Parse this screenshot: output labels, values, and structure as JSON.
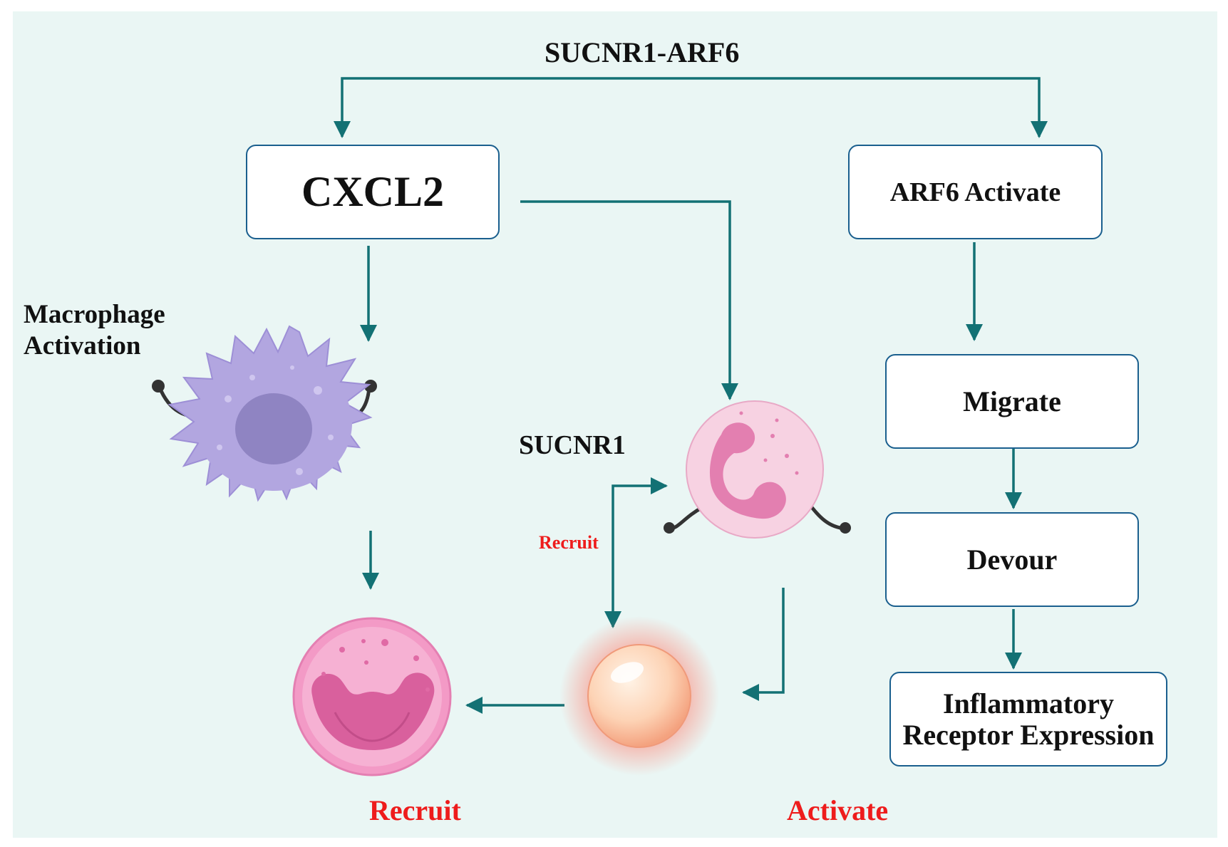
{
  "title": "SUCNR1-ARF6",
  "boxes": {
    "cxcl2": "CXCL2",
    "arf6": "ARF6 Activate",
    "migrate": "Migrate",
    "devour": "Devour",
    "inflammatory_line1": "Inflammatory",
    "inflammatory_line2": "Receptor Expression"
  },
  "labels": {
    "macrophage_line1": "Macrophage",
    "macrophage_line2": "Activation",
    "sucnr1": "SUCNR1",
    "recruit_small": "Recruit",
    "recruit": "Recruit",
    "activate": "Activate"
  },
  "colors": {
    "arrow": "#137174",
    "box_border": "#1a5f8e",
    "background": "#eaf6f4",
    "highlight_text": "#ee1c1c"
  }
}
